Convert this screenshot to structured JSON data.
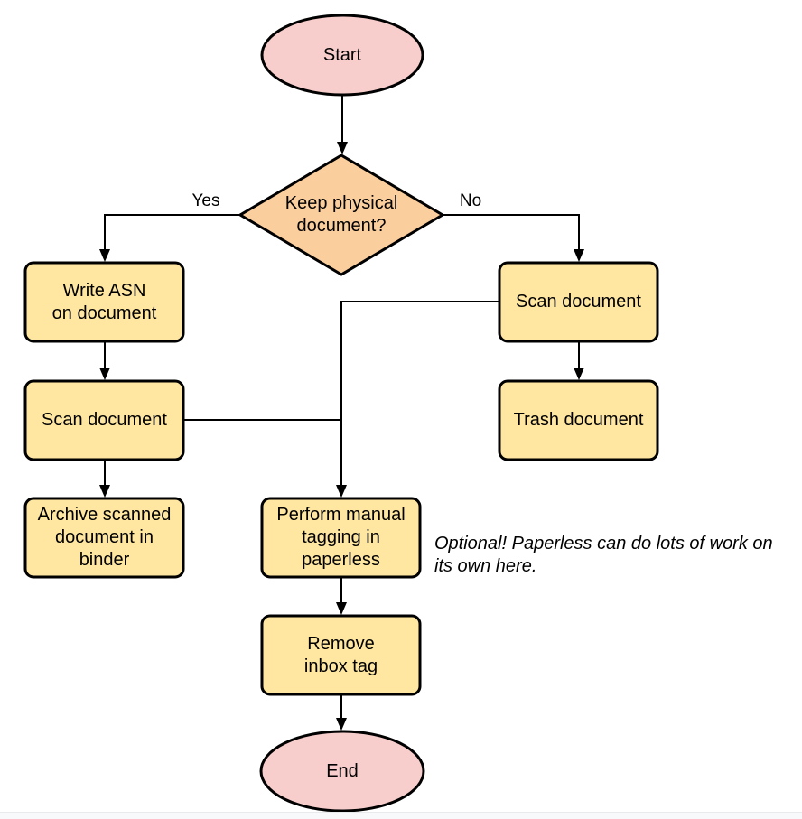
{
  "diagram": {
    "type": "flowchart",
    "nodes": {
      "start": {
        "label": "Start",
        "shape": "terminator"
      },
      "decision": {
        "label": "Keep physical\ndocument?",
        "shape": "decision"
      },
      "write_asn": {
        "label": "Write ASN\non document",
        "shape": "process"
      },
      "scan_left": {
        "label": "Scan document",
        "shape": "process"
      },
      "archive": {
        "label": "Archive scanned\ndocument in\nbinder",
        "shape": "process"
      },
      "scan_right": {
        "label": "Scan document",
        "shape": "process"
      },
      "trash": {
        "label": "Trash document",
        "shape": "process"
      },
      "tagging": {
        "label": "Perform manual\ntagging in\npaperless",
        "shape": "process"
      },
      "remove_inbox": {
        "label": "Remove\ninbox tag",
        "shape": "process"
      },
      "end": {
        "label": "End",
        "shape": "terminator"
      }
    },
    "edge_labels": {
      "yes": "Yes",
      "no": "No"
    },
    "edges": [
      {
        "from": "start",
        "to": "decision"
      },
      {
        "from": "decision",
        "to": "write_asn",
        "label": "Yes"
      },
      {
        "from": "decision",
        "to": "scan_right",
        "label": "No"
      },
      {
        "from": "write_asn",
        "to": "scan_left"
      },
      {
        "from": "scan_left",
        "to": "archive"
      },
      {
        "from": "scan_right",
        "to": "trash"
      },
      {
        "from": "scan_left",
        "to": "tagging"
      },
      {
        "from": "scan_right",
        "to": "tagging"
      },
      {
        "from": "tagging",
        "to": "remove_inbox"
      },
      {
        "from": "remove_inbox",
        "to": "end"
      }
    ],
    "annotation": "Optional! Paperless can do lots of work on\nits own here.",
    "colors": {
      "terminator_fill": "#f8cecc",
      "decision_fill": "#fbce9e",
      "process_fill": "#ffe7a1",
      "stroke": "#000000",
      "text": "#000000"
    }
  }
}
